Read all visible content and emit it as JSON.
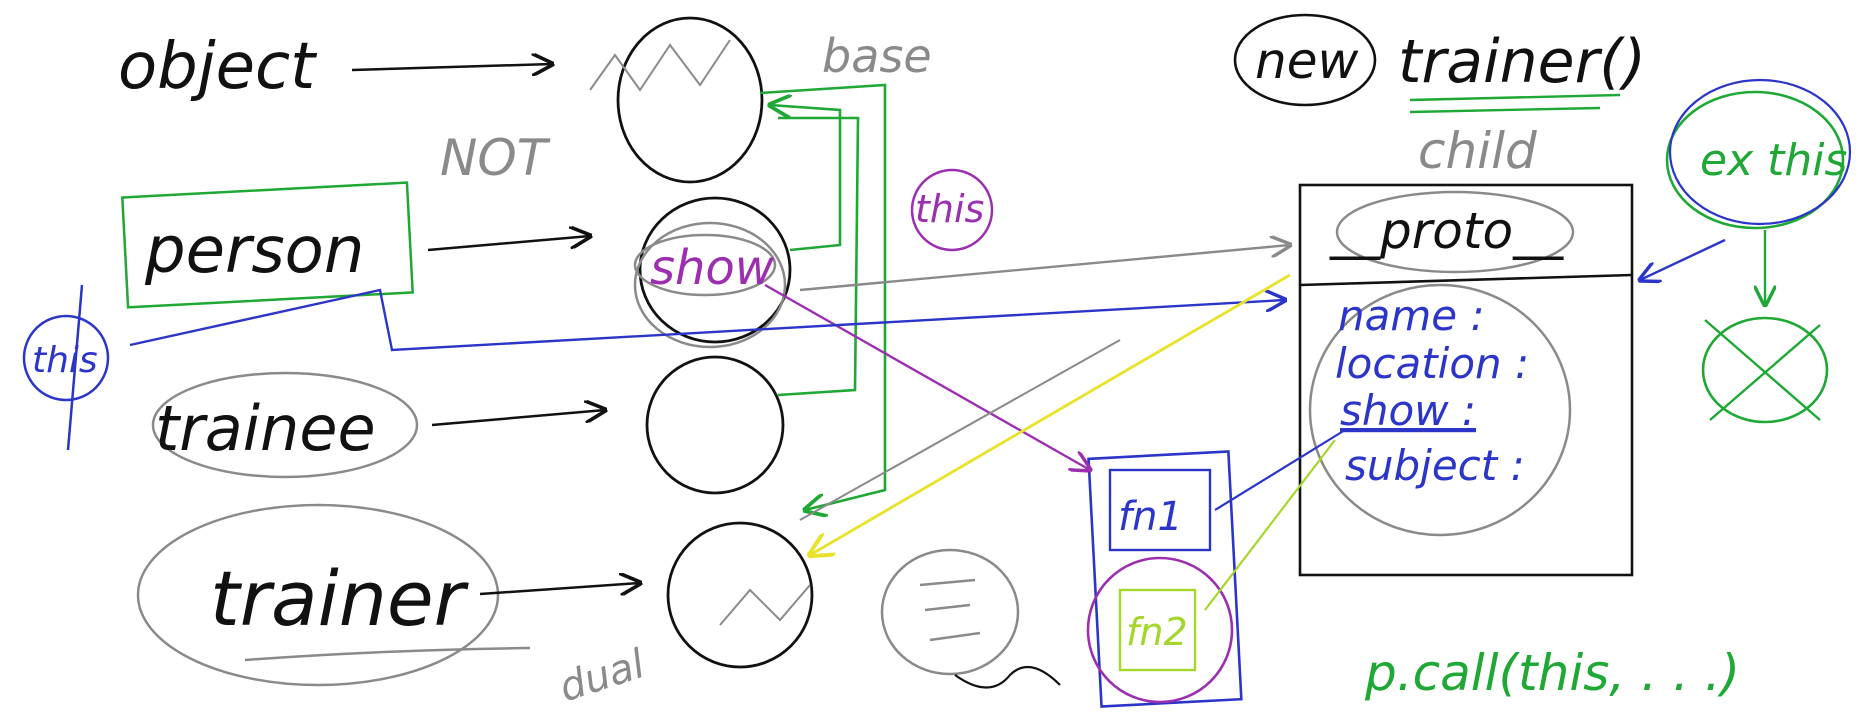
{
  "labels": {
    "object": "object",
    "person": "person",
    "trainee": "trainee",
    "trainer": "trainer",
    "new_kw": "new",
    "trainer_call": "trainer()",
    "child": "child",
    "proto": "__proto__",
    "this_left": "this",
    "this_purple": "this",
    "this_green": "ex this",
    "show_left": "show",
    "nop": "NOT",
    "fn1": "fn1",
    "fn2": "fn2",
    "base": "base",
    "doubled": "dual",
    "pcall": "p.call(this, . . .)"
  },
  "object_props": [
    "name :",
    "location :",
    "show :",
    "subject :"
  ],
  "colors": {
    "ink": "#111111",
    "gray": "#8a8a8a",
    "green": "#1fa835",
    "blue": "#2b35c8",
    "purple": "#9b2fb0",
    "yellow": "#e9e22a",
    "lime": "#a5d62a"
  }
}
